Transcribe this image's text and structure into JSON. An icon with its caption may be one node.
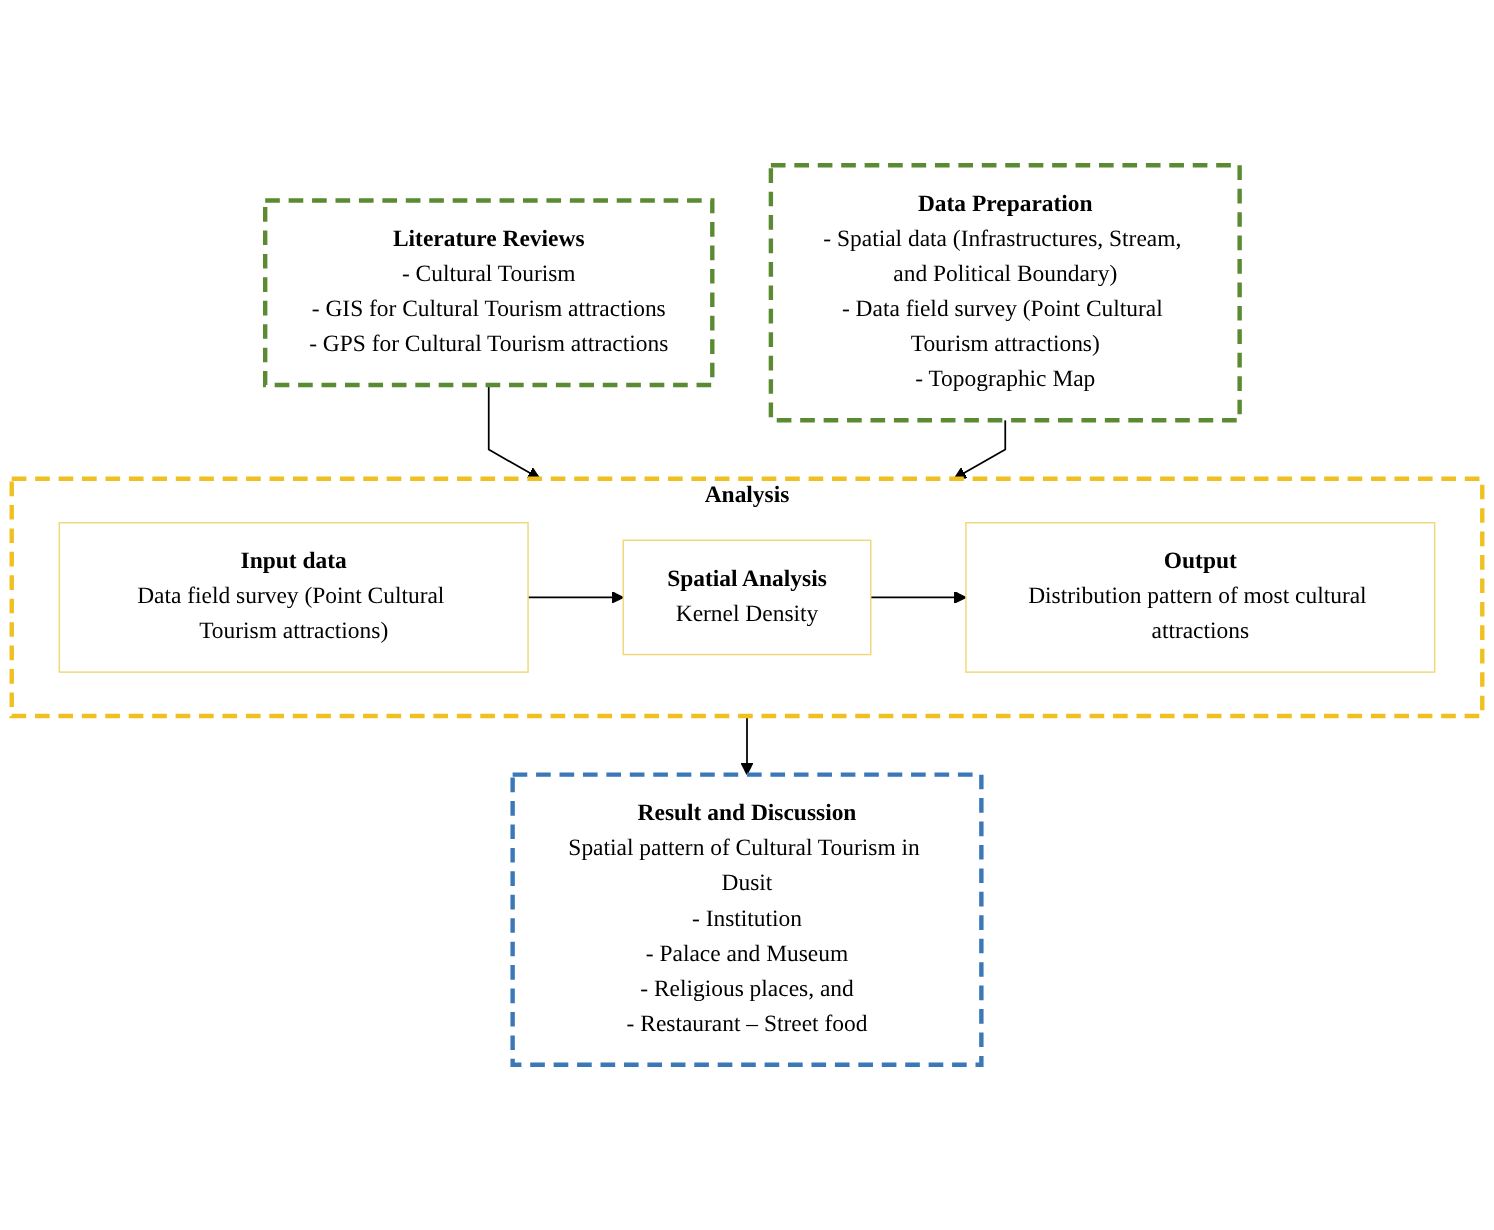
{
  "diagram": {
    "nodes": [
      {
        "text": [
          "Literature Reviews",
          "- Cultural Tourism",
          "- GIS for Cultural Tourism attractions",
          "- GPS for Cultural Tourism attractions"
        ]
      },
      {
        "text": [
          "Data Preparation",
          "- Spatial data (Infrastructures, Stream, and Political Boundary)",
          "- Data field survey (Point Cultural Tourism attractions)",
          "- Topographic Map"
        ]
      },
      {
        "text": [
          "Analysis"
        ]
      },
      {
        "text": [
          "Input data",
          "Data field survey (Point Cultural Tourism attractions)"
        ],
        "in": 2
      },
      {
        "text": [
          "Spatial Analysis",
          "Kernel Density"
        ],
        "in": 2
      },
      {
        "text": [
          "Output",
          "Distribution pattern of most cultural attractions"
        ],
        "in": 2
      },
      {
        "text": [
          "Result and Discussion",
          "Spatial pattern of Cultural Tourism in Dusit",
          "- Institution",
          "- Palace and Museum",
          "- Religious places, and",
          "- Restaurant – Street food"
        ]
      }
    ],
    "edges": [
      {
        "from": 0,
        "to": 2,
        "arrow": "to"
      },
      {
        "from": 1,
        "to": 2,
        "arrow": "to"
      },
      {
        "from": 3,
        "to": 4,
        "arrow": "to"
      },
      {
        "from": 4,
        "to": 5,
        "arrow": "to"
      },
      {
        "from": 2,
        "to": 6,
        "arrow": "to"
      }
    ]
  }
}
